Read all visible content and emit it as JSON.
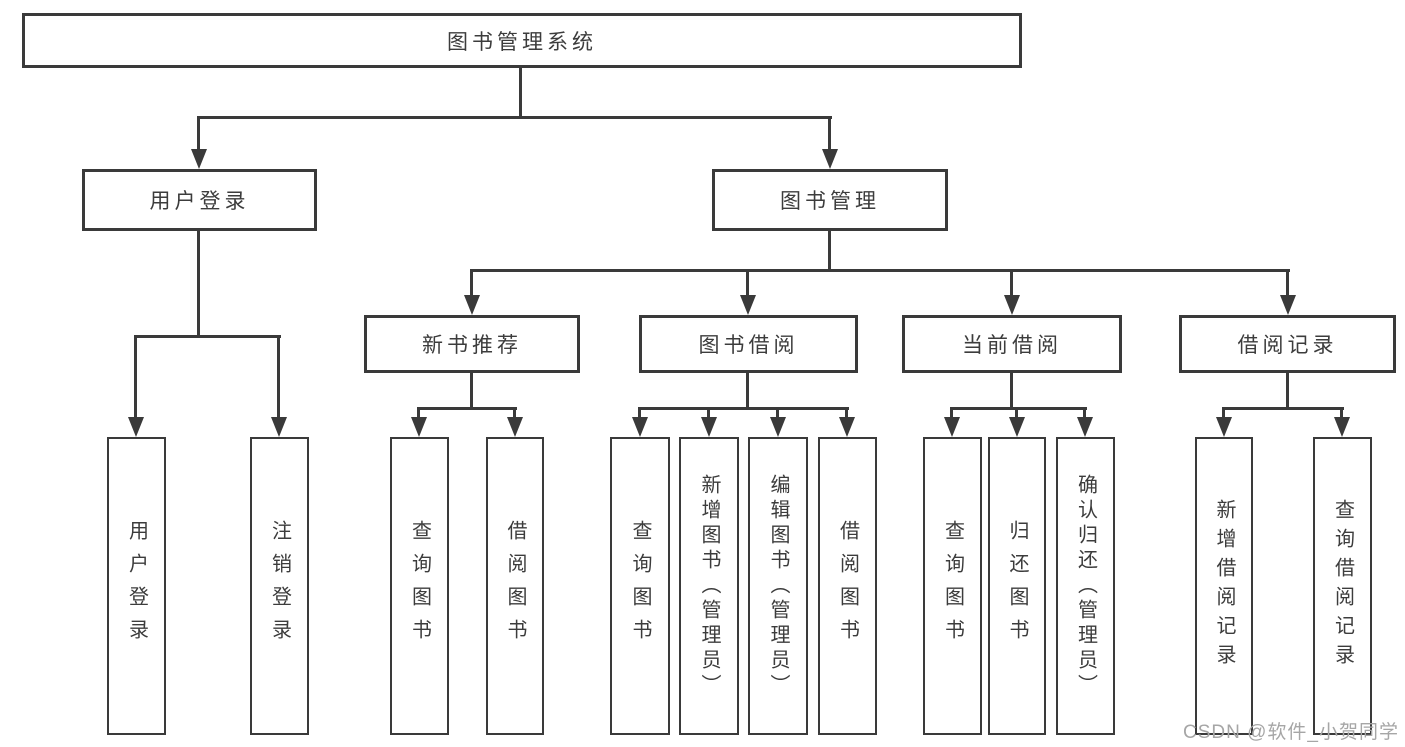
{
  "watermark": "CSDN @软件_小贺同学",
  "colors": {
    "line": "#3a3a3a",
    "box_border": "#3a3a3a",
    "text": "#3c3c3c",
    "background": "#ffffff",
    "watermark": "#a6a6a6"
  },
  "tree": {
    "label": "图书管理系统",
    "children": [
      {
        "label": "用户登录",
        "children": [
          {
            "label": "用户登录"
          },
          {
            "label": "注销登录"
          }
        ]
      },
      {
        "label": "图书管理",
        "children": [
          {
            "label": "新书推荐",
            "children": [
              {
                "label": "查询图书"
              },
              {
                "label": "借阅图书"
              }
            ]
          },
          {
            "label": "图书借阅",
            "children": [
              {
                "label": "查询图书"
              },
              {
                "label": "新增图书（管理员）"
              },
              {
                "label": "编辑图书（管理员）"
              },
              {
                "label": "借阅图书"
              }
            ]
          },
          {
            "label": "当前借阅",
            "children": [
              {
                "label": "查询图书"
              },
              {
                "label": "归还图书"
              },
              {
                "label": "确认归还（管理员）"
              }
            ]
          },
          {
            "label": "借阅记录",
            "children": [
              {
                "label": "新增借阅记录"
              },
              {
                "label": "查询借阅记录"
              }
            ]
          }
        ]
      }
    ]
  }
}
